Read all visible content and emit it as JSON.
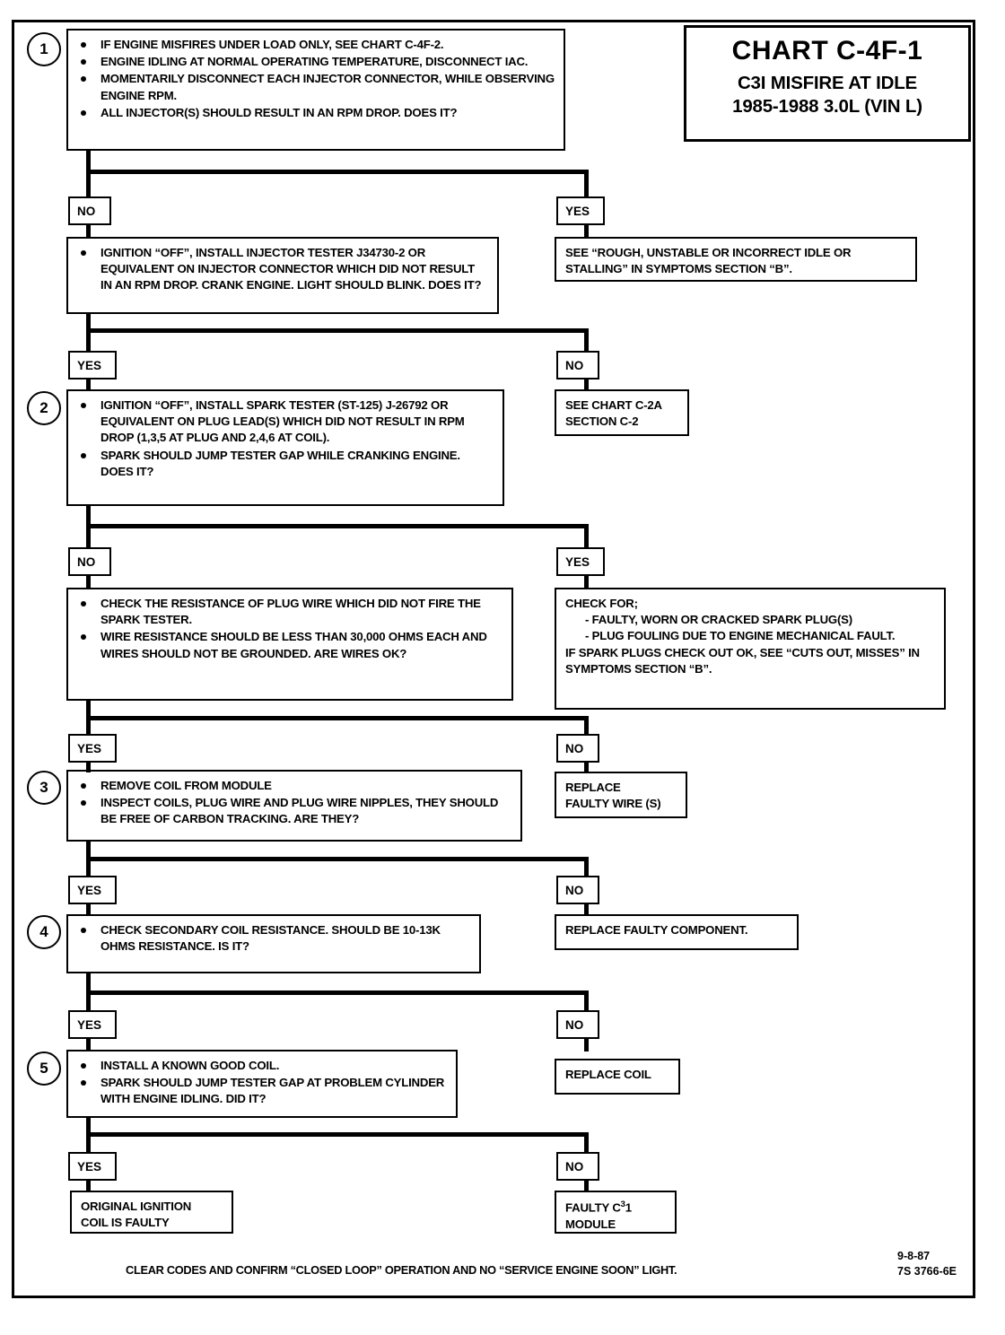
{
  "title_block": {
    "chart_id": "CHART C-4F-1",
    "subtitle": "C3I MISFIRE AT IDLE",
    "application": "1985-1988  3.0L  (VIN L)"
  },
  "labels": {
    "yes": "YES",
    "no": "NO"
  },
  "steps": {
    "s1": {
      "number": "1",
      "bullets": [
        "IF ENGINE MISFIRES UNDER LOAD ONLY, SEE CHART C-4F-2.",
        "ENGINE IDLING AT NORMAL OPERATING TEMPERATURE, DISCONNECT IAC.",
        "MOMENTARILY DISCONNECT EACH INJECTOR CONNECTOR, WHILE OBSERVING ENGINE RPM.",
        "ALL INJECTOR(S) SHOULD RESULT IN AN RPM DROP.  DOES IT?"
      ]
    },
    "s1_yes_result": "SEE  “ROUGH, UNSTABLE OR INCORRECT IDLE OR STALLING” IN SYMPTOMS SECTION “B”.",
    "s1_no_next": {
      "bullets": [
        "IGNITION “OFF”, INSTALL INJECTOR TESTER J34730-2 OR EQUIVALENT ON INJECTOR CONNECTOR WHICH DID NOT RESULT IN AN  RPM DROP.  CRANK ENGINE.  LIGHT SHOULD BLINK. DOES IT?"
      ]
    },
    "s1b_no_result": "SEE CHART C-2A\nSECTION C-2",
    "s2": {
      "number": "2",
      "bullets": [
        "IGNITION “OFF”, INSTALL SPARK TESTER  (ST-125) J-26792 OR EQUIVALENT ON PLUG LEAD(S) WHICH DID NOT RESULT IN RPM DROP (1,3,5 AT PLUG AND 2,4,6 AT COIL).",
        "SPARK SHOULD JUMP TESTER GAP WHILE CRANKING ENGINE.  DOES IT?"
      ]
    },
    "s2_yes_result": {
      "heading": "CHECK FOR;",
      "items": [
        "- FAULTY, WORN OR CRACKED SPARK PLUG(S)",
        "- PLUG FOULING DUE TO ENGINE MECHANICAL FAULT."
      ],
      "tail": "IF SPARK PLUGS CHECK OUT OK, SEE “CUTS OUT, MISSES” IN SYMPTOMS SECTION “B”."
    },
    "s2_no_next": {
      "bullets": [
        "CHECK THE RESISTANCE OF  PLUG WIRE  WHICH DID NOT FIRE THE SPARK TESTER.",
        "WIRE RESISTANCE SHOULD BE LESS THAN 30,000 OHMS EACH  AND WIRES  SHOULD NOT BE GROUNDED.  ARE WIRES OK?"
      ]
    },
    "s2b_no_result": "REPLACE\nFAULTY WIRE (S)",
    "s3": {
      "number": "3",
      "bullets": [
        "REMOVE COIL FROM MODULE",
        "INSPECT COILS, PLUG WIRE AND PLUG WIRE NIPPLES, THEY SHOULD BE  FREE OF CARBON TRACKING.  ARE THEY?"
      ]
    },
    "s3_no_result": "REPLACE FAULTY COMPONENT.",
    "s4": {
      "number": "4",
      "bullets": [
        "CHECK SECONDARY COIL RESISTANCE.  SHOULD BE 10-13K OHMS RESISTANCE.  IS IT?"
      ]
    },
    "s4_no_result": "REPLACE COIL",
    "s5": {
      "number": "5",
      "bullets": [
        "INSTALL A KNOWN GOOD COIL.",
        "SPARK SHOULD JUMP TESTER GAP AT PROBLEM CYLINDER  WITH ENGINE IDLING.  DID IT?"
      ]
    },
    "s5_yes_result": "ORIGINAL IGNITION\nCOIL IS FAULTY",
    "s5_no_result_line1": "FAULTY C",
    "s5_no_result_sup": "3",
    "s5_no_result_line2": "1",
    "s5_no_result_line3": "MODULE"
  },
  "footer": {
    "note": "CLEAR CODES AND CONFIRM “CLOSED LOOP”  OPERATION AND NO “SERVICE ENGINE SOON” LIGHT.",
    "date": "9-8-87",
    "doc_id": "7S 3766-6E"
  }
}
